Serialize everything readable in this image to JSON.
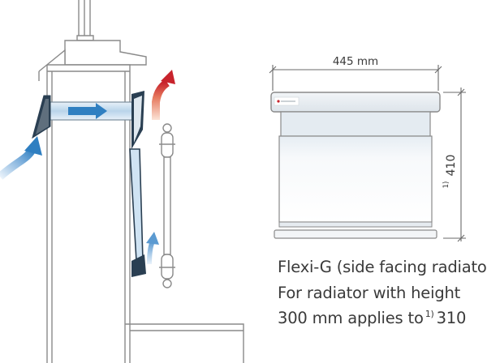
{
  "dimensions": {
    "width_label": "445 mm",
    "height_label": "410",
    "height_footnote_mark": "1)"
  },
  "caption": {
    "line1": "Flexi-G (side facing radiator)",
    "line2": "For radiator with height",
    "line3_prefix": "300 mm applies to",
    "line3_footnote_mark": "1)",
    "line3_value": "310"
  },
  "colors": {
    "outline": "#8a8a8a",
    "wall_fill": "#ffffff",
    "duct_blue": "#2f7fc1",
    "duct_light": "#cfe3f3",
    "warm_arrow": "#c8232c",
    "unit_top": "#e9eef3",
    "unit_body": "#f4f7fa"
  }
}
